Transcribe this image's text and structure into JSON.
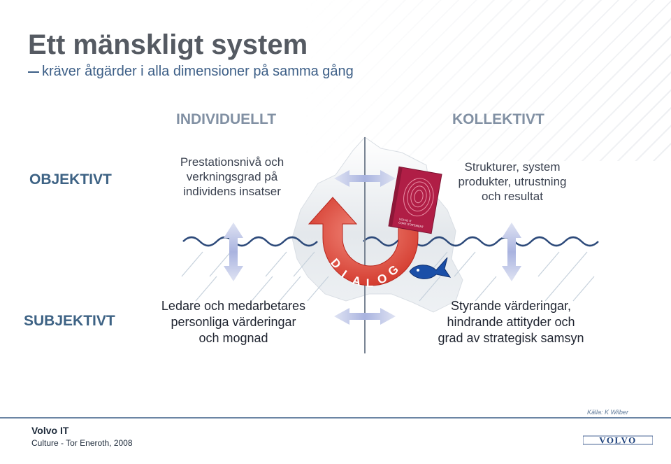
{
  "slide": {
    "title": "Ett mänskligt system",
    "subtitle": "kräver åtgärder i alla dimensioner på samma gång"
  },
  "columns": {
    "individual": "INDIVIDUELLT",
    "collective": "KOLLEKTIVT"
  },
  "rows": {
    "objective": "OBJEKTIVT",
    "subjective": "SUBJEKTIVT"
  },
  "quadrants": {
    "top_left": [
      "Prestationsnivå och",
      "verkningsgrad på",
      "individens insatser"
    ],
    "top_right": [
      "Strukturer, system",
      "produkter, utrustning",
      "och resultat"
    ],
    "bottom_left": [
      "Ledare och medarbetares",
      "personliga värderingar",
      "och mognad"
    ],
    "bottom_right": [
      "Styrande värderingar,",
      "hindrande attityder och",
      "grad av strategisk samsyn"
    ]
  },
  "diagram": {
    "dialog_letters": [
      "D",
      "I",
      "A",
      "L",
      "O",
      "G"
    ],
    "book_lines": [
      "VOLVO IT",
      "CORE STATEMENT"
    ],
    "colors": {
      "arrow": "#d8352a",
      "book": "#b01e46",
      "fish": "#1b4fa8",
      "water": "#2d4a7a",
      "iceberg": "#e6eaee"
    },
    "icons": [
      "iceberg",
      "water-waves",
      "u-turn-arrow",
      "fingerprint-book",
      "fish",
      "double-arrows"
    ]
  },
  "footer": {
    "company": "Volvo IT",
    "credit": "Culture - Tor Eneroth, 2008",
    "source": "Källa: K Wilber",
    "logo_text": "VOLVO"
  }
}
